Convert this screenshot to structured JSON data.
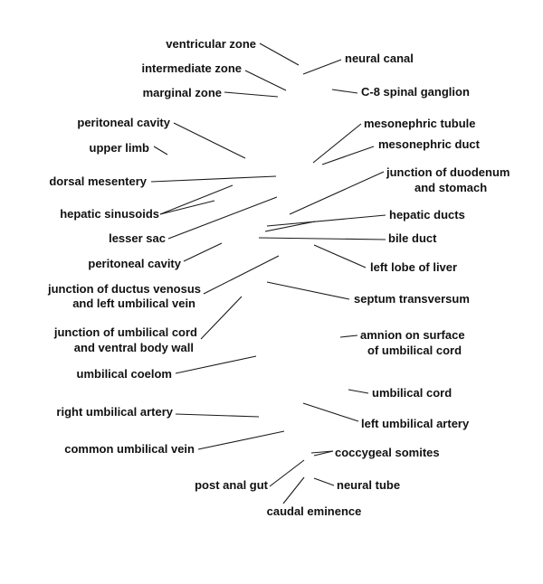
{
  "labels": {
    "ventricular_zone": "ventricular zone",
    "intermediate_zone": "intermediate zone",
    "marginal_zone": "marginal zone",
    "peritoneal_cavity_upper": "peritoneal cavity",
    "upper_limb": "upper limb",
    "dorsal_mesentery": "dorsal mesentery",
    "hepatic_sinusoids": "hepatic sinusoids",
    "lesser_sac": "lesser sac",
    "peritoneal_cavity_lower": "peritoneal cavity",
    "junction_ductus_venosus_1": "junction of ductus venosus",
    "junction_ductus_venosus_2": "and left umbilical vein",
    "junction_umbilical_cord_1": "junction of umbilical cord",
    "junction_umbilical_cord_2": "and ventral body wall",
    "umbilical_coelom": "umbilical coelom",
    "right_umbilical_artery": "right umbilical artery",
    "common_umbilical_vein": "common umbilical vein",
    "post_anal_gut": "post anal gut",
    "caudal_eminence": "caudal eminence",
    "neural_canal": "neural canal",
    "c8_spinal_ganglion": "C-8 spinal ganglion",
    "mesonephric_tubule": "mesonephric tubule",
    "mesonephric_duct": "mesonephric duct",
    "junction_duodenum_1": "junction of duodenum",
    "junction_duodenum_2": "and stomach",
    "hepatic_ducts": "hepatic ducts",
    "bile_duct": "bile duct",
    "left_lobe_liver": "left lobe of liver",
    "septum_transversum": "septum transversum",
    "amnion_1": "amnion on surface",
    "amnion_2": "of umbilical cord",
    "umbilical_cord": "umbilical cord",
    "left_umbilical_artery": "left umbilical artery",
    "coccygeal_somites": "coccygeal somites",
    "neural_tube": "neural tube"
  }
}
